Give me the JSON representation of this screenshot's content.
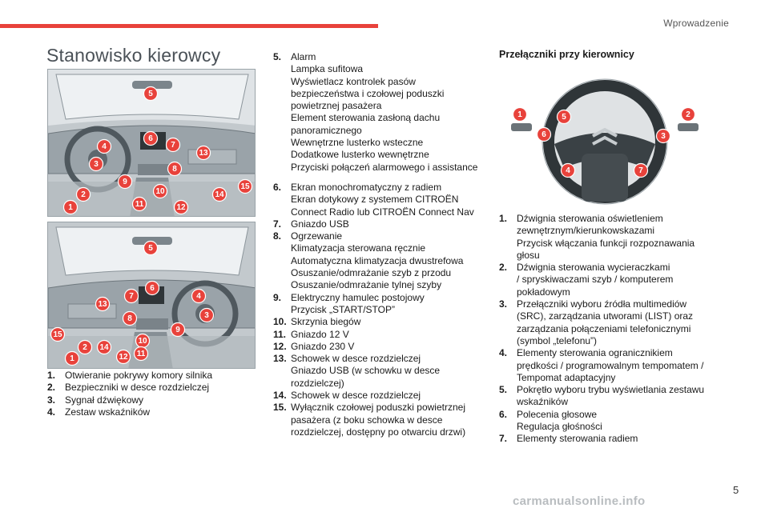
{
  "header": {
    "section": "Wprowadzenie"
  },
  "title": "Stanowisko kierowcy",
  "figure1_markers": [
    "1",
    "2",
    "3",
    "4",
    "5",
    "6",
    "7",
    "8",
    "9",
    "10",
    "11",
    "12",
    "13",
    "14",
    "15"
  ],
  "figure2_markers": [
    "1",
    "2",
    "3",
    "4",
    "5",
    "6",
    "7",
    "8",
    "9",
    "10",
    "11",
    "12",
    "13",
    "14",
    "15"
  ],
  "wheel_markers": [
    "1",
    "2",
    "3",
    "4",
    "5",
    "6",
    "7"
  ],
  "left_list": [
    {
      "num": "1.",
      "lines": [
        "Otwieranie pokrywy komory silnika"
      ]
    },
    {
      "num": "2.",
      "lines": [
        "Bezpieczniki w desce rozdzielczej"
      ]
    },
    {
      "num": "3.",
      "lines": [
        "Sygnał dźwiękowy"
      ]
    },
    {
      "num": "4.",
      "lines": [
        "Zestaw wskaźników"
      ]
    }
  ],
  "middle_list": [
    {
      "num": "5.",
      "lines": [
        "Alarm",
        "Lampka sufitowa",
        "Wyświetlacz kontrolek pasów",
        "bezpieczeństwa i czołowej poduszki",
        "powietrznej pasażera",
        "Element sterowania zasłoną dachu",
        "panoramicznego",
        "Wewnętrzne lusterko wsteczne",
        "Dodatkowe lusterko wewnętrzne",
        "Przyciski połączeń alarmowego i assistance"
      ]
    },
    {
      "num": "6.",
      "lines": [
        "Ekran monochromatyczny z radiem",
        "Ekran dotykowy z systemem CITROËN",
        "Connect Radio lub CITROËN Connect Nav"
      ]
    },
    {
      "num": "7.",
      "lines": [
        "Gniazdo USB"
      ]
    },
    {
      "num": "8.",
      "lines": [
        "Ogrzewanie",
        "Klimatyzacja sterowana ręcznie",
        "Automatyczna klimatyzacja dwustrefowa",
        "Osuszanie/odmrażanie szyb z przodu",
        "Osuszanie/odmrażanie tylnej szyby"
      ]
    },
    {
      "num": "9.",
      "lines": [
        "Elektryczny hamulec postojowy",
        "Przycisk „START/STOP”"
      ]
    },
    {
      "num": "10.",
      "lines": [
        "Skrzynia biegów"
      ]
    },
    {
      "num": "11.",
      "lines": [
        "Gniazdo 12 V"
      ]
    },
    {
      "num": "12.",
      "lines": [
        "Gniazdo 230 V"
      ]
    },
    {
      "num": "13.",
      "lines": [
        "Schowek w desce rozdzielczej",
        "Gniazdo USB (w schowku w desce",
        "rozdzielczej)"
      ]
    },
    {
      "num": "14.",
      "lines": [
        "Schowek w desce rozdzielczej"
      ]
    },
    {
      "num": "15.",
      "lines": [
        "Wyłącznik czołowej poduszki powietrznej",
        "pasażera (z boku schowka w desce",
        "rozdzielczej, dostępny po otwarciu drzwi)"
      ]
    }
  ],
  "right_section": {
    "heading": "Przełączniki przy kierownicy",
    "list": [
      {
        "num": "1.",
        "lines": [
          "Dźwignia sterowania oświetleniem",
          "zewnętrznym/kierunkowskazami",
          "Przycisk włączania funkcji rozpoznawania",
          "głosu"
        ]
      },
      {
        "num": "2.",
        "lines": [
          "Dźwignia sterowania wycieraczkami",
          "/ spryskiwaczami szyb / komputerem",
          "pokładowym"
        ]
      },
      {
        "num": "3.",
        "lines": [
          "Przełączniki wyboru źródła multimediów",
          "(SRC), zarządzania utworami (LIST) oraz",
          "zarządzania połączeniami telefonicznymi",
          "(symbol „telefonu”)"
        ]
      },
      {
        "num": "4.",
        "lines": [
          "Elementy sterowania ogranicznikiem",
          "prędkości / programowalnym tempomatem /",
          "Tempomat adaptacyjny"
        ]
      },
      {
        "num": "5.",
        "lines": [
          "Pokrętło wyboru trybu wyświetlania zestawu",
          "wskaźników"
        ]
      },
      {
        "num": "6.",
        "lines": [
          "Polecenia głosowe",
          "Regulacja głośności"
        ]
      },
      {
        "num": "7.",
        "lines": [
          "Elementy sterowania radiem"
        ]
      }
    ]
  },
  "page_number": "5",
  "watermark": "carmanualsonline.info",
  "colors": {
    "accent": "#e8423b",
    "title": "#4a5157",
    "figure_bg": "#bfc5c9"
  }
}
